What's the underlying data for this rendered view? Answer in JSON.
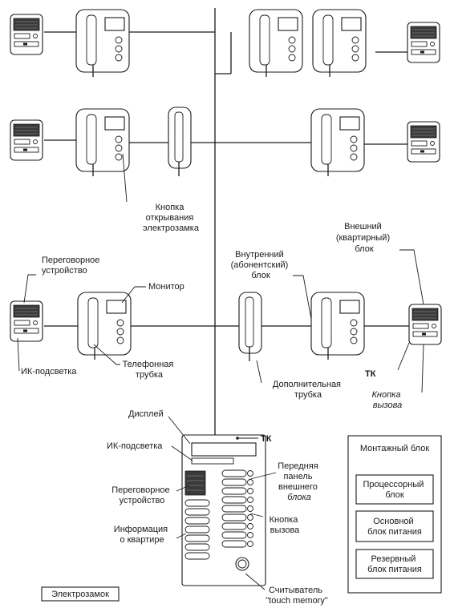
{
  "labels": {
    "door_open_button": [
      "Кнопка",
      "открывания",
      "электрозамка"
    ],
    "intercom_device": [
      "Переговорное",
      "устройство"
    ],
    "monitor": "Монитор",
    "ir_light": "ИК-подсветка",
    "handset": [
      "Телефонная",
      "трубка"
    ],
    "internal_unit": [
      "Внутренний",
      "(абонентский)",
      "блок"
    ],
    "external_unit": [
      "Внешний",
      "(квартирный)",
      "блок"
    ],
    "tk": "ТК",
    "extra_handset": [
      "Дополнительная",
      "трубка"
    ],
    "call_button_right": [
      "Кнопка",
      "вызова"
    ],
    "display": "Дисплей",
    "panel_ir_light": "ИК-подсветка",
    "panel_tk": "ТК",
    "front_panel": [
      "Передняя",
      "панель",
      "внешнего",
      "блока"
    ],
    "panel_intercom": [
      "Переговорное",
      "устройство"
    ],
    "apartment_info": [
      "Информация",
      "о квартире"
    ],
    "panel_call_button": [
      "Кнопка",
      "вызова"
    ],
    "reader": [
      "Считыватель",
      "\"touch memory\""
    ],
    "lock": "Электрозамок"
  },
  "mounting": {
    "title": "Монтажный блок",
    "processor": [
      "Процессорный",
      "блок"
    ],
    "main_power": [
      "Основной",
      "блок питания"
    ],
    "backup_power": [
      "Резервный",
      "блок питания"
    ]
  }
}
